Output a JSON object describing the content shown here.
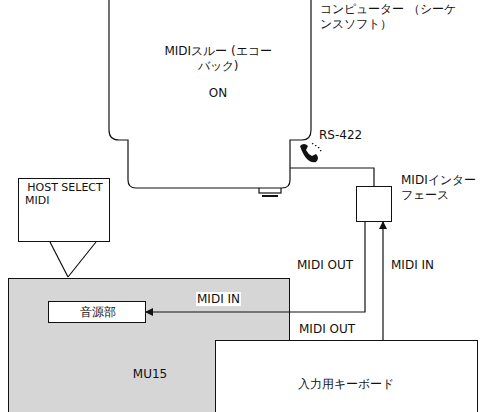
{
  "diagram": {
    "nodes": [
      {
        "text": [
          "コンピューター （シーケンスソフト）",
          "MIDIスルー (エコーバック)",
          "ON"
        ]
      },
      {
        "text": [
          "HOST SELECT",
          "MIDI"
        ]
      },
      {
        "text": [
          "MIDIインターフェース"
        ]
      },
      {
        "text": [
          "MU15"
        ]
      },
      {
        "text": [
          "音源部"
        ],
        "in": 3
      },
      {
        "text": [
          "入力用キーボード"
        ]
      }
    ],
    "edges": [
      {
        "from": 0,
        "to": 2,
        "arrow": "none"
      },
      {
        "from": 2,
        "to": 4,
        "arrow": "to"
      },
      {
        "from": 5,
        "to": 2,
        "arrow": "to"
      },
      {
        "from": 1,
        "to": 3,
        "arrow": "none"
      }
    ],
    "labels": [
      "RS-422",
      "MIDI OUT",
      "MIDI IN",
      "MIDI IN",
      "MIDI OUT"
    ]
  }
}
